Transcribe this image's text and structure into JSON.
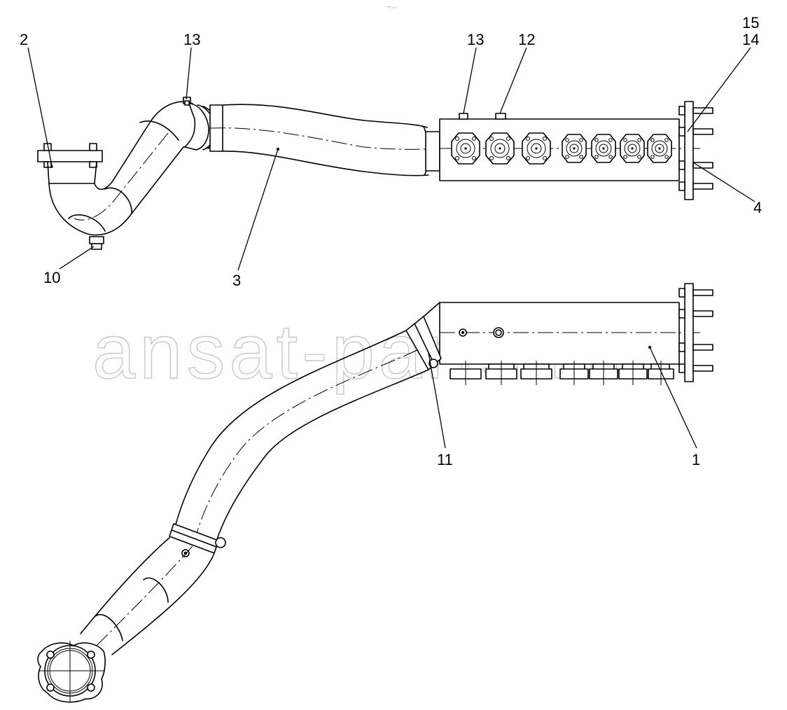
{
  "watermark": "ansat-parts.ru",
  "header_mark": "~--",
  "callouts": {
    "c2": "2",
    "c13a": "13",
    "c13b": "13",
    "c12": "12",
    "c15": "15",
    "c14": "14",
    "c4": "4",
    "c10": "10",
    "c3": "3",
    "c11": "11",
    "c1": "1"
  }
}
